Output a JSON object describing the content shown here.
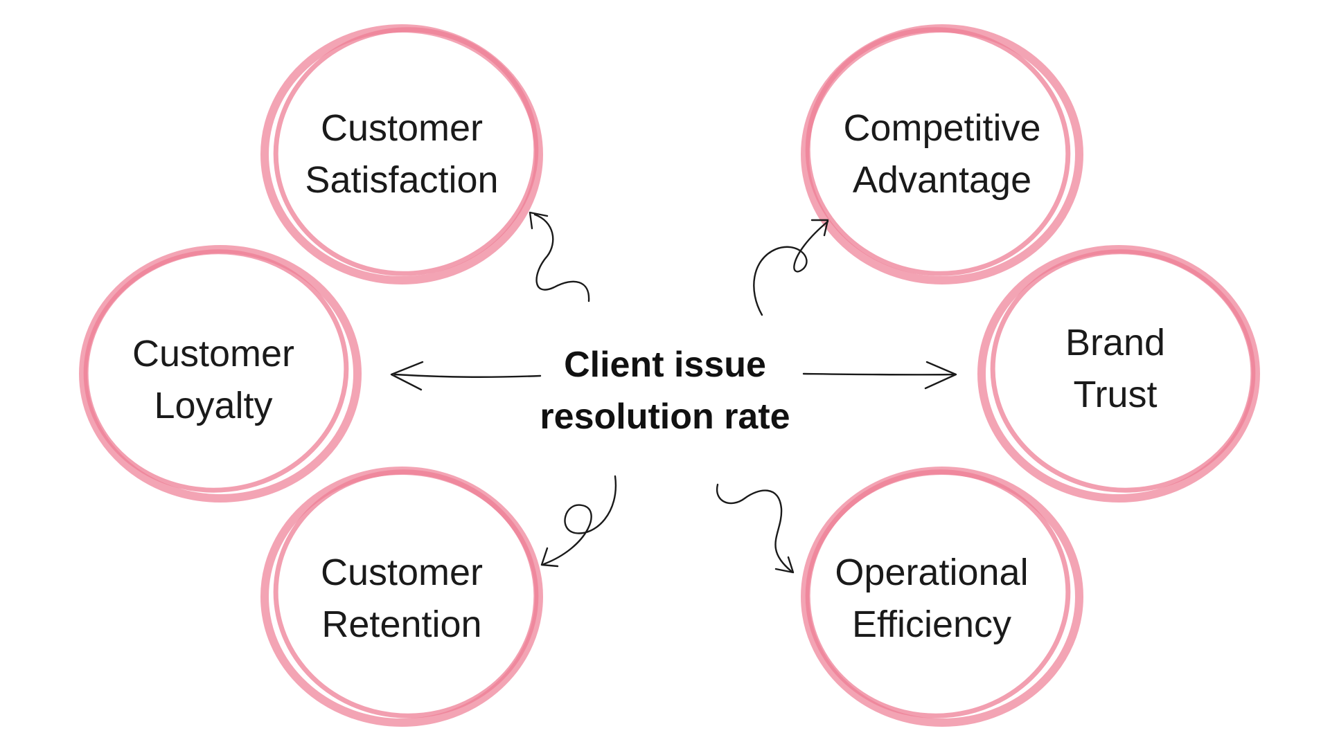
{
  "center": {
    "line1": "Client issue",
    "line2": "resolution rate"
  },
  "nodes": {
    "satisfaction": {
      "line1": "Customer",
      "line2": "Satisfaction"
    },
    "advantage": {
      "line1": "Competitive",
      "line2": "Advantage"
    },
    "loyalty": {
      "line1": "Customer",
      "line2": "Loyalty"
    },
    "trust": {
      "line1": "Brand",
      "line2": "Trust"
    },
    "retention": {
      "line1": "Customer",
      "line2": "Retention"
    },
    "efficiency": {
      "line1": "Operational",
      "line2": "Efficiency"
    }
  },
  "colors": {
    "circle": "#f29aac",
    "circle_dark": "#ee7f96",
    "text": "#1a1a1a",
    "arrow": "#1a1a1a"
  }
}
